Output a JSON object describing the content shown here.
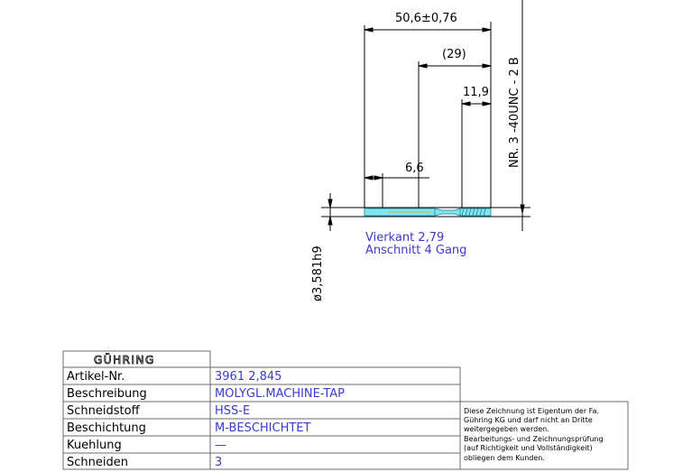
{
  "colors": {
    "line": "#000000",
    "value": "#3a3ad0",
    "tool_fill": "#7fe6f0",
    "tool_accent": "#d9b24a",
    "grid": "#6b6b6b"
  },
  "dimensions": {
    "overall_length": "50,6±0,76",
    "reference_length": "(29)",
    "thread_length": "11,9",
    "shank_length": "6,6",
    "diameter": "ø3,581h9"
  },
  "notes": {
    "square": "Vierkant 2,79",
    "chamfer": "Anschnitt 4 Gang"
  },
  "thread_spec": "NR. 3   -40UNC - 2 B",
  "title_block": {
    "brand": "GÜHRING",
    "rows": [
      {
        "label": "Artikel-Nr.",
        "value": "3961 2,845"
      },
      {
        "label": "Beschreibung",
        "value": "MOLYGL.MACHINE-TAP"
      },
      {
        "label": "Schneidstoff",
        "value": "HSS-E"
      },
      {
        "label": "Beschichtung",
        "value": "M-BESCHICHTET"
      },
      {
        "label": "Kuehlung",
        "value": "—"
      },
      {
        "label": "Schneiden",
        "value": "3"
      }
    ],
    "disclaimer": [
      "Diese Zeichnung ist Eigentum der Fa.",
      "Gühring KG und darf nicht an Dritte",
      "weitergegeben werden.",
      "Bearbeitungs- und Zeichnungsprüfung",
      "(auf Richtigkeit und Vollständigkeit)",
      "obliegen dem Kunden."
    ]
  }
}
